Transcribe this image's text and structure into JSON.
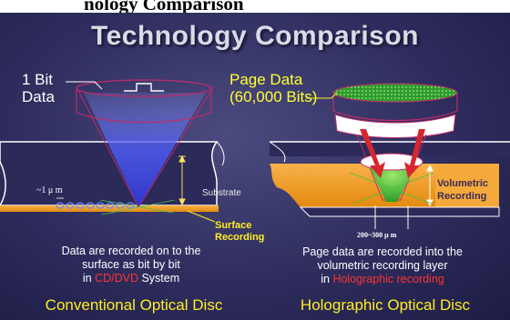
{
  "top_strip_text": "nology Comparison",
  "title": "Technology Comparison",
  "left": {
    "data_label": "1 Bit Data",
    "substrate_label": "Substrate",
    "um_label": "~1 μ m",
    "surface_label": "Surface Recording",
    "description": {
      "line1": "Data are recorded on to the",
      "line2": "surface as bit by bit",
      "line3_prefix": "in ",
      "line3_highlight": "CD/DVD",
      "line3_suffix": " System"
    },
    "caption": "Conventional Optical Disc"
  },
  "right": {
    "page_data_label": "Page Data (60,000 Bits)",
    "volumetric_label": "Volumetric Recording",
    "range_label": "200~300 μ m",
    "description": {
      "line1": "Page data are recorded into the",
      "line2": "volumetric recording layer",
      "line3_prefix": "in ",
      "line3_highlight": "Holographic recording"
    },
    "caption": "Holographic Optical Disc"
  },
  "colors": {
    "background": "#2e2d5e",
    "title": "#d9dbe6",
    "caption_yellow": "#ffee22",
    "highlight_red": "#ff3333",
    "disc_orange": "#f5a623",
    "laser_blue": "#4a5cf0",
    "hologram_green": "#2fb33a"
  }
}
